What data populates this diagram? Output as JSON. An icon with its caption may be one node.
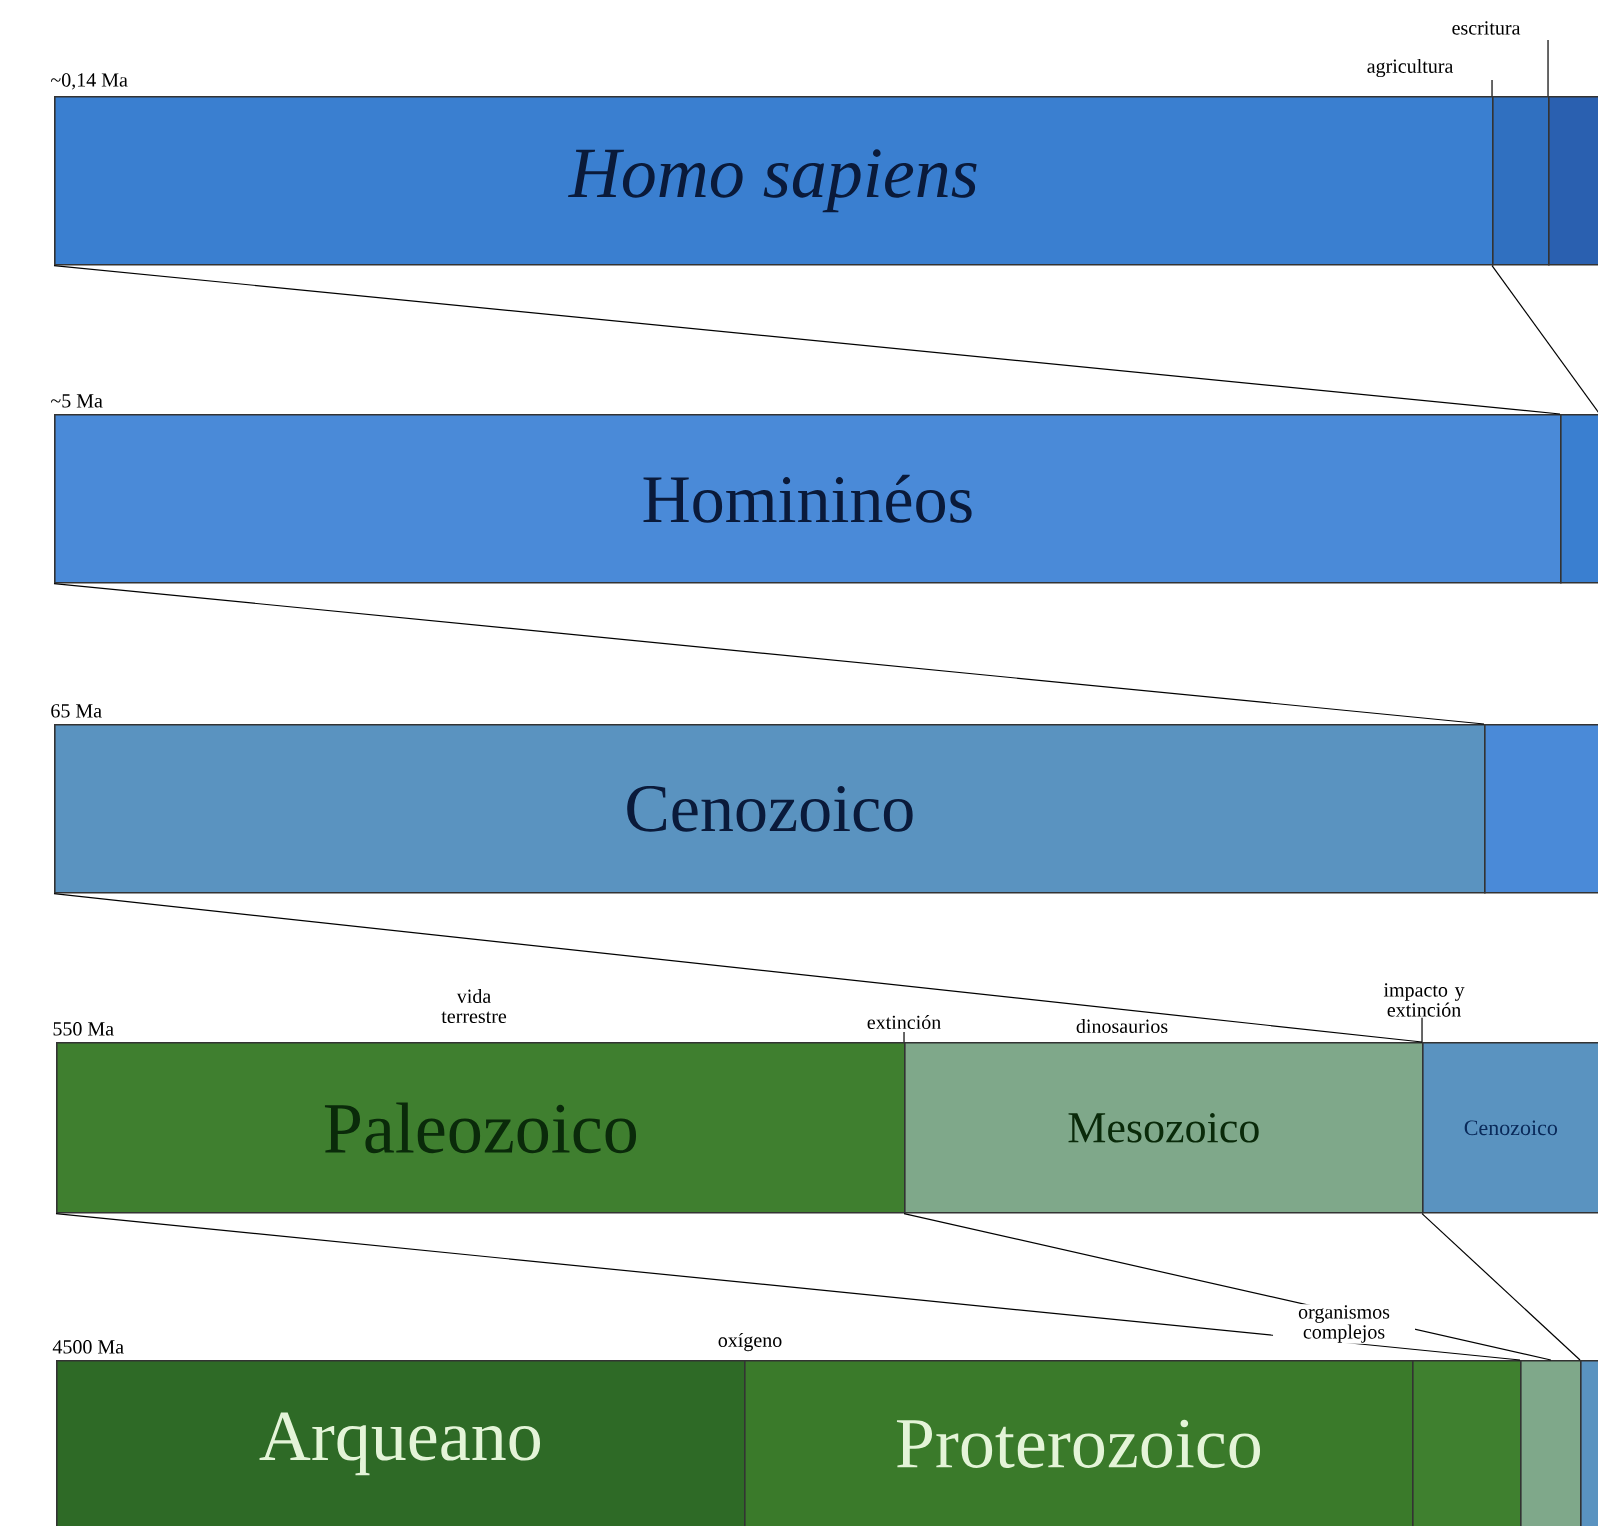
{
  "diagram": {
    "nodes": [
      {
        "text": [
          "Homo sapiens"
        ],
        "beside": [
          "~0,14 Ma"
        ]
      },
      {
        "text": [],
        "shape": "box"
      },
      {
        "text": [],
        "shape": "box"
      },
      {
        "text": [
          "Homininéos"
        ],
        "beside": [
          "~5 Ma"
        ]
      },
      {
        "text": [],
        "shape": "box"
      },
      {
        "text": [
          "Cenozoico"
        ],
        "beside": [
          "65 Ma"
        ]
      },
      {
        "text": [],
        "shape": "box"
      },
      {
        "text": [
          "Paleozoico"
        ],
        "beside": [
          "550 Ma"
        ]
      },
      {
        "text": [
          "Mesozoico"
        ]
      },
      {
        "text": [
          "Cenozoico"
        ]
      },
      {
        "text": [
          "Arqueano"
        ],
        "beside": [
          "4500 Ma"
        ]
      },
      {
        "text": [
          "Proterozoico"
        ]
      },
      {
        "text": [],
        "shape": "box"
      },
      {
        "text": [],
        "shape": "box"
      },
      {
        "text": [],
        "shape": "box"
      }
    ],
    "edges": [
      {
        "from": 0,
        "to": 4,
        "arrow": "none"
      },
      {
        "from": 1,
        "to": 4,
        "arrow": "none"
      },
      {
        "from": 3,
        "to": 6,
        "arrow": "none"
      },
      {
        "from": 5,
        "to": 9,
        "arrow": "none"
      },
      {
        "from": 7,
        "to": 13,
        "arrow": "none"
      },
      {
        "from": 8,
        "to": 13,
        "arrow": "none"
      },
      {
        "from": 9,
        "to": 14,
        "arrow": "none"
      }
    ],
    "labels": [
      "escritura",
      "agricultura",
      "vida terrestre",
      "impacto y extinción",
      "extinción",
      "dinosaurios",
      "organismos complejos",
      "oxígeno"
    ]
  }
}
